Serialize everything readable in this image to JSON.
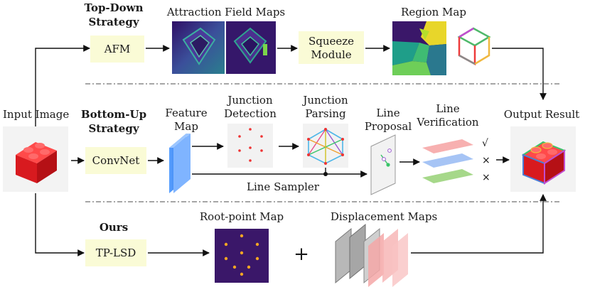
{
  "top": {
    "strategy_line1": "Top-Down",
    "strategy_line2": "Strategy",
    "afm_box": "AFM",
    "afm_maps_label": "Attraction Field Maps",
    "squeeze_line1": "Squeeze",
    "squeeze_line2": "Module",
    "region_map_label": "Region Map"
  },
  "middle": {
    "input_label": "Input Image",
    "strategy_line1": "Bottom-Up",
    "strategy_line2": "Strategy",
    "convnet_box": "ConvNet",
    "feature_line1": "Feature",
    "feature_line2": "Map",
    "junction_det_line1": "Junction",
    "junction_det_line2": "Detection",
    "junction_par_line1": "Junction",
    "junction_par_line2": "Parsing",
    "line_proposal_line1": "Line",
    "line_proposal_line2": "Proposal",
    "line_verif_line1": "Line",
    "line_verif_line2": "Verification",
    "line_sampler": "Line Sampler",
    "output_label": "Output Result",
    "check_mark": "√",
    "cross_mark_1": "×",
    "cross_mark_2": "×"
  },
  "bottom": {
    "ours_label": "Ours",
    "tplsd_box": "TP-LSD",
    "root_map_label": "Root-point Map",
    "plus_sign": "+",
    "displacement_label": "Displacement Maps"
  },
  "colors": {
    "box_fill": "#fafbd6",
    "lego_red": "#e3262a",
    "map_dark": "#3a1769",
    "root_dot": "#f5a623"
  }
}
